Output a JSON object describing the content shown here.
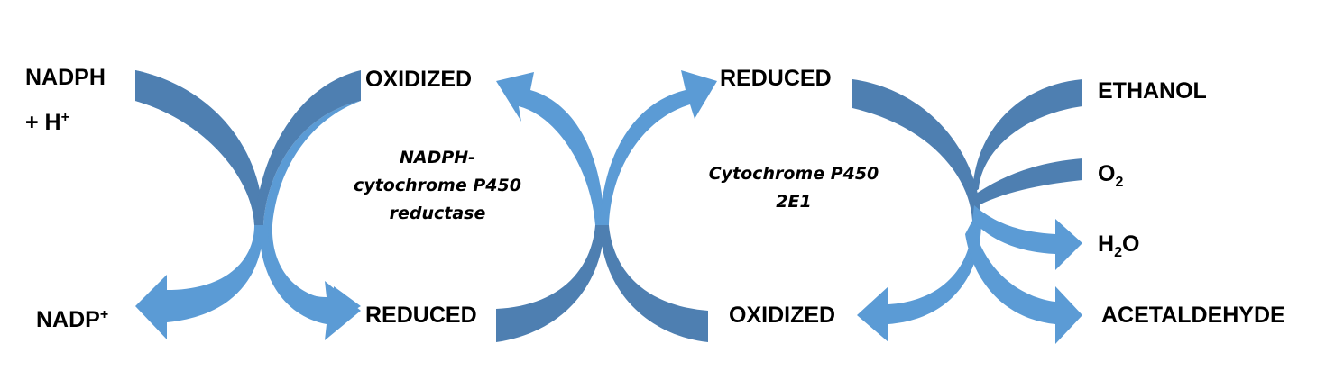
{
  "colors": {
    "arrow_dark": "#4e7fb1",
    "arrow_light": "#5b9bd5",
    "text": "#000000"
  },
  "labels": {
    "nadph": "NADPH",
    "nadph_h_prefix": "+ H",
    "nadph_h_sup": "+",
    "nadp": "NADP",
    "nadp_sup": "+",
    "reductase_oxidized": "OXIDIZED",
    "reductase_reduced": "REDUCED",
    "cyp_reduced": "REDUCED",
    "cyp_oxidized": "OXIDIZED",
    "ethanol": "ETHANOL",
    "o2_base": "O",
    "o2_sub": "2",
    "h2o_h": "H",
    "h2o_sub": "2",
    "h2o_o": "O",
    "acetaldehyde": "ACETALDEHYDE"
  },
  "enzymes": {
    "reductase_line1": "NADPH-",
    "reductase_line2": "cytochrome P450",
    "reductase_line3": "reductase",
    "cyp_line1": "Cytochrome P450",
    "cyp_line2": "2E1"
  }
}
